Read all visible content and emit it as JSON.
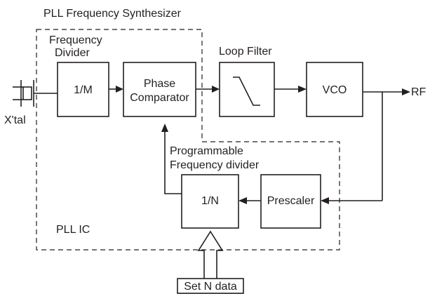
{
  "labels": {
    "synth_title": "PLL Frequency Synthesizer",
    "freq_divider_line1": "Frequency",
    "freq_divider_line2": "Divider",
    "loop_filter": "Loop Filter",
    "xtal": "X'tal",
    "rf": "RF",
    "prog_divider_line1": "Programmable",
    "prog_divider_line2": "Frequency divider",
    "pll_ic": "PLL IC"
  },
  "blocks": {
    "m_divider": "1/M",
    "phase_comp_line1": "Phase",
    "phase_comp_line2": "Comparator",
    "vco": "VCO",
    "n_divider": "1/N",
    "prescaler": "Prescaler",
    "set_n_data": "Set N data"
  }
}
